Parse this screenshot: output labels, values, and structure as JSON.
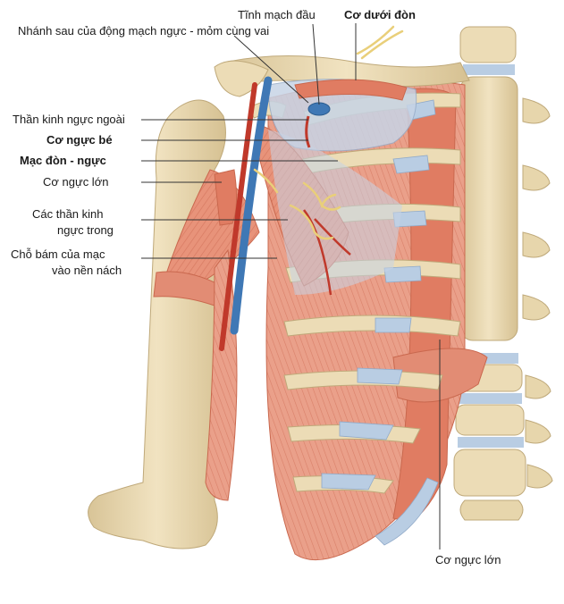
{
  "labels": {
    "tinh_mach_dau": "Tĩnh mạch đầu",
    "co_duoi_don": "Cơ dưới đòn",
    "nhanh_sau": "Nhánh sau của động mạch ngực - mỏm cùng vai",
    "than_kinh_nguc_ngoai": "Thần kinh ngực ngoài",
    "co_nguc_be": "Cơ ngực bé",
    "mac_don_nguc": "Mạc đòn - ngực",
    "co_nguc_lon_left": "Cơ ngực lớn",
    "than_kinh_nguc_trong_1": "Các thần kinh",
    "than_kinh_nguc_trong_2": "ngực trong",
    "cho_bam_1": "Chỗ bám của mạc",
    "cho_bam_2": "vào nền nách",
    "co_nguc_lon_bottom": "Cơ ngực lớn"
  },
  "colors": {
    "bone": "#ecdcb6",
    "bone_shade": "#cdb98d",
    "muscle": "#e8937a",
    "muscle_dark": "#d36a52",
    "fascia": "#c7d4e6",
    "cartilage": "#b9cde3",
    "vein": "#3f78b5",
    "artery": "#c0392b",
    "nerve": "#e9cf7a",
    "leader": "#333333"
  }
}
